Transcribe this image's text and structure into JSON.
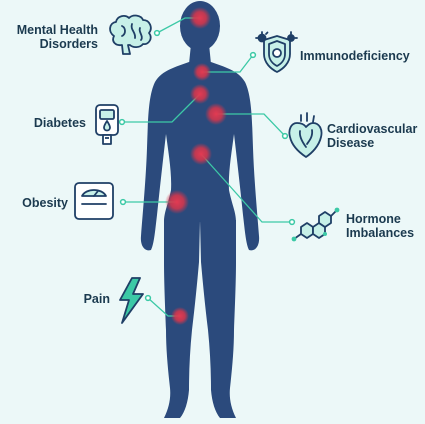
{
  "diagram": {
    "labels": {
      "mental_health": {
        "line1": "Mental Health",
        "line2": "Disorders"
      },
      "immunodeficiency": "Immunodeficiency",
      "diabetes": "Diabetes",
      "cardiovascular": {
        "line1": "Cardiovascular",
        "line2": "Disease"
      },
      "obesity": "Obesity",
      "hormone": {
        "line1": "Hormone",
        "line2": "Imbalances"
      },
      "pain": "Pain"
    },
    "colors": {
      "background": "#ecf8f8",
      "body": "#2b4a7c",
      "hotspot": "#d9364b",
      "connector": "#3cc9a6",
      "text": "#1b3a4f",
      "icon_stroke": "#1f3f66",
      "icon_fill": "#c7f0e8"
    },
    "icons": [
      "brain-icon",
      "virus-shield-icon",
      "glucose-meter-icon",
      "heart-icon",
      "scale-icon",
      "molecule-icon",
      "lightning-icon"
    ]
  }
}
